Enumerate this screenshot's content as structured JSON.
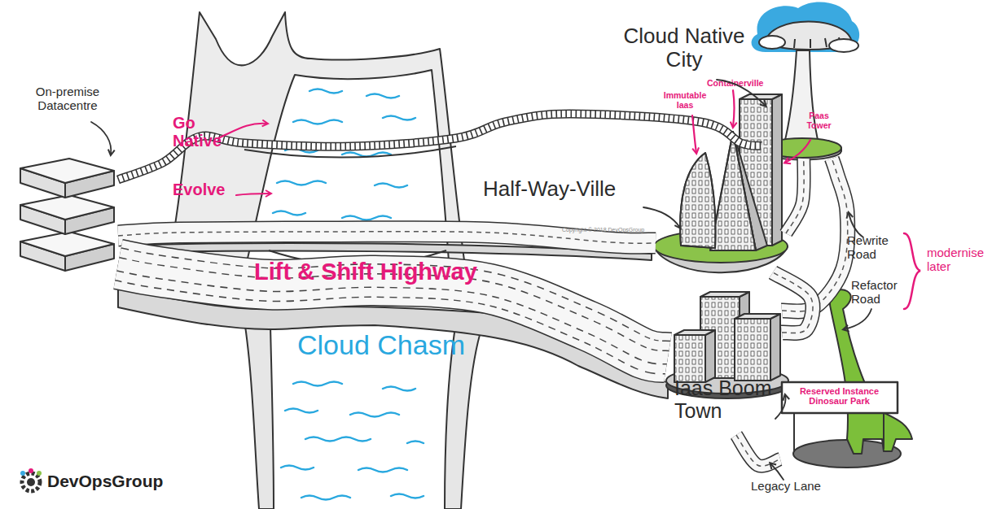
{
  "diagram": {
    "nodes": [
      {
        "text": [
          "On-premise Datacentre"
        ]
      },
      {
        "text": [
          "Cloud Native City"
        ]
      },
      {
        "text": [
          "Half-Way-Ville",
          "Containerville",
          "Immutable Iaas",
          "Paas Tower"
        ]
      },
      {
        "text": [
          "Iaas Boom Town"
        ]
      },
      {
        "text": [
          "Reserved Instance Dinosaur Park"
        ]
      }
    ],
    "edges": [
      {
        "from": 0,
        "to": 1,
        "label": "Go Native",
        "arrow": "none"
      },
      {
        "from": 0,
        "to": 2,
        "label": "Evolve",
        "arrow": "none"
      },
      {
        "from": 0,
        "to": 3,
        "label": "Lift & Shift Highway",
        "arrow": "none"
      },
      {
        "from": 3,
        "to": 1,
        "label": "Rewrite Road",
        "arrow": "none"
      },
      {
        "from": 3,
        "to": 2,
        "label": "Refactor Road",
        "arrow": "none"
      },
      {
        "from": 2,
        "to": 1,
        "arrow": "none"
      },
      {
        "from": 3,
        "to": 4,
        "label": "Legacy Lane",
        "arrow": "none"
      }
    ],
    "labels": [
      "Cloud Chasm",
      "modernise later",
      "DevOpsGroup",
      "Copyright © 2018 DevOpsGroup"
    ]
  }
}
